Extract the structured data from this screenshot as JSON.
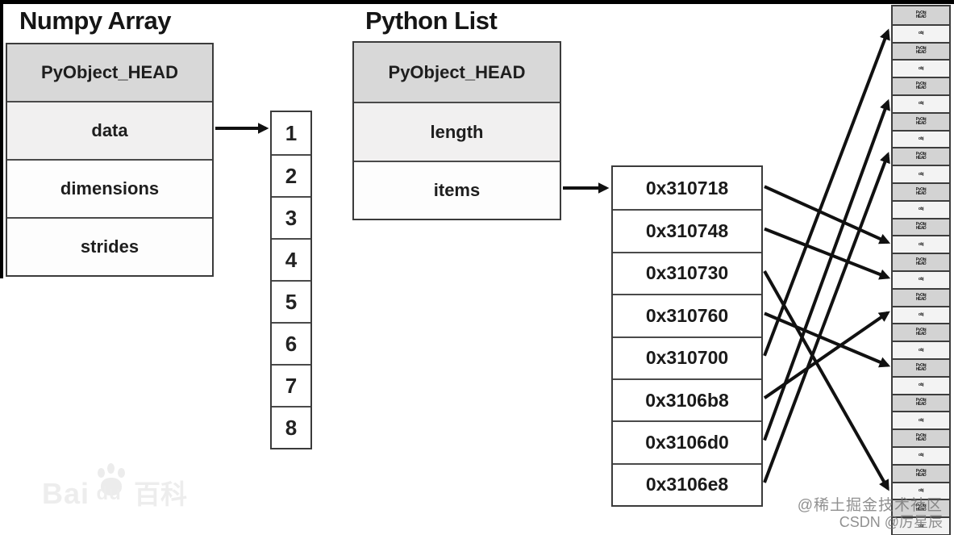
{
  "numpy_array": {
    "title": "Numpy Array",
    "rows": [
      {
        "label": "PyObject_HEAD",
        "bg": "#d8d8d8"
      },
      {
        "label": "data",
        "bg": "#f1f0f0"
      },
      {
        "label": "dimensions",
        "bg": "#fdfdfd"
      },
      {
        "label": "strides",
        "bg": "#fdfdfd"
      }
    ],
    "buffer_values": [
      "1",
      "2",
      "3",
      "4",
      "5",
      "6",
      "7",
      "8"
    ]
  },
  "python_list": {
    "title": "Python List",
    "rows": [
      {
        "label": "PyObject_HEAD",
        "bg": "#d8d8d8"
      },
      {
        "label": "length",
        "bg": "#f1f0f0"
      },
      {
        "label": "items",
        "bg": "#fdfdfd"
      }
    ],
    "addresses": [
      "0x310718",
      "0x310748",
      "0x310730",
      "0x310760",
      "0x310700",
      "0x3106b8",
      "0x3106d0",
      "0x3106e8"
    ]
  },
  "memory_column": {
    "cell_count": 30,
    "header_cell": {
      "line1": "PyObj",
      "line2": "HEAD",
      "bg": "#d3d3d3"
    },
    "value_cell": {
      "label": "obj",
      "bg": "#f3f3f3"
    },
    "pointers": [
      {
        "address": "0x310718",
        "target_cell": 13
      },
      {
        "address": "0x310748",
        "target_cell": 15
      },
      {
        "address": "0x310730",
        "target_cell": 27
      },
      {
        "address": "0x310760",
        "target_cell": 20
      },
      {
        "address": "0x310700",
        "target_cell": 1
      },
      {
        "address": "0x3106b8",
        "target_cell": 17
      },
      {
        "address": "0x3106d0",
        "target_cell": 5
      },
      {
        "address": "0x3106e8",
        "target_cell": 8
      }
    ]
  },
  "watermarks": {
    "baidu_latin": "Bai",
    "baidu_du": "du",
    "baidu_cjk": "百科",
    "community": "@稀土掘金技术社区",
    "csdn": "CSDN @厉星辰"
  },
  "colors": {
    "arrow": "#111111",
    "border": "#3b3b3b",
    "top_bar": "#000000"
  }
}
